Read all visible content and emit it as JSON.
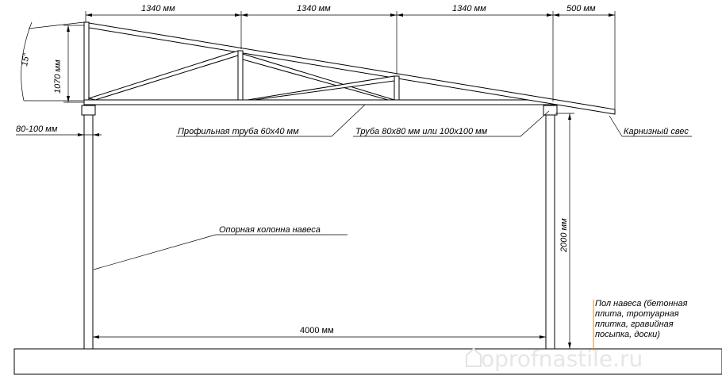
{
  "dimensions": {
    "span_1": "1340 мм",
    "span_2": "1340 мм",
    "span_3": "1340 мм",
    "overhang": "500 мм",
    "angle": "15°",
    "truss_height": "1070 мм",
    "column_offset": "80-100 мм",
    "column_height": "2000 мм",
    "total_width": "4000 мм"
  },
  "callouts": {
    "profile_pipe": "Профильная труба 60х40 мм",
    "column_pipe": "Труба 80х80 мм или 100х100 мм",
    "eave_overhang": "Карнизный свес",
    "support_column": "Опорная колонна навеса"
  },
  "floor_note": {
    "lines": [
      "Пол навеса (бетонная",
      "плита, тротуарная",
      "плитка, гравийная",
      "посыпка, доски)"
    ]
  },
  "watermark": {
    "text": "oprofnastile.ru"
  }
}
